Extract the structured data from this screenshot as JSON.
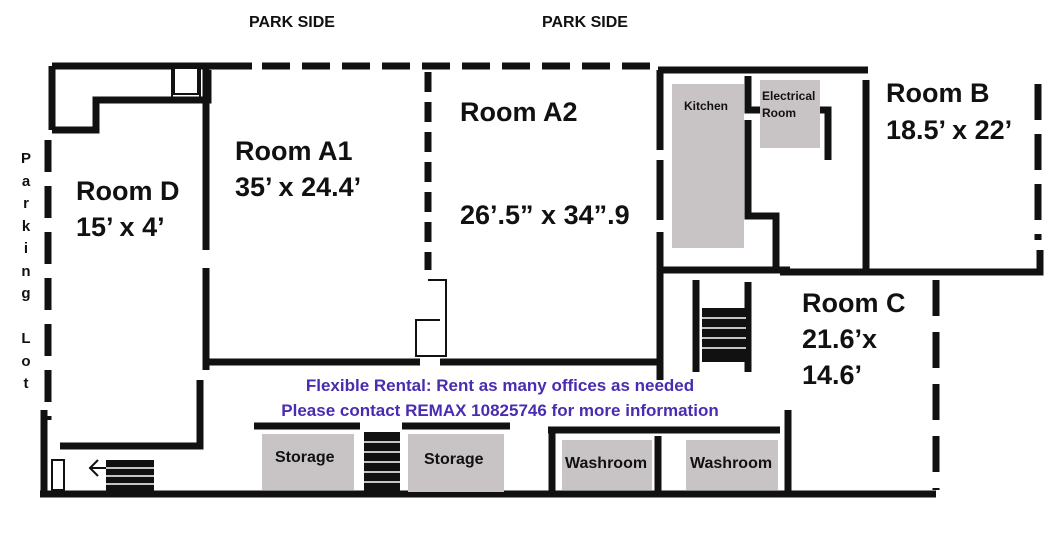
{
  "labels": {
    "park_side_left": "PARK SIDE",
    "park_side_right": "PARK SIDE",
    "parking_lot": "P\na\nr\nk\ni\nn\ng\n\nL\no\nt",
    "room_a1_name": "Room A1",
    "room_a1_size": "35’ x 24.4’",
    "room_a2_name": "Room A2",
    "room_a2_size": "26’.5” x 34”.9",
    "room_b_name": "Room B",
    "room_b_size": "18.5’ x 22’",
    "room_c_name": "Room C",
    "room_c_size_1": "21.6’x",
    "room_c_size_2": "14.6’",
    "room_d_name": "Room D",
    "room_d_size": "15’ x 4’",
    "kitchen": "Kitchen",
    "electrical_1": "Electrical",
    "electrical_2": "Room",
    "storage_1": "Storage",
    "storage_2": "Storage",
    "washroom_1": "Washroom",
    "washroom_2": "Washroom"
  },
  "notice": {
    "line1": "Flexible Rental: Rent as many offices as needed",
    "line2": "Please contact REMAX 10825746 for more information"
  },
  "colors": {
    "wall": "#111111",
    "fixture": "#c8c4c5",
    "notice_text": "#4a2cb0"
  }
}
